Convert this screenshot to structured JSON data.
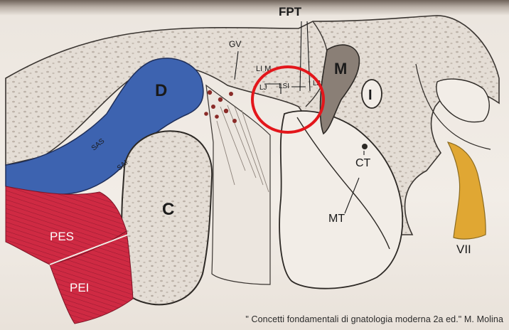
{
  "labels": {
    "fpt": "FPT",
    "gv": "GV",
    "m": "M",
    "i": "I",
    "d": "D",
    "c": "C",
    "ct": "CT",
    "mt": "MT",
    "sas": "SAS",
    "sai": "SAI",
    "pes": "PES",
    "pei": "PEI",
    "vii": "VII",
    "li_m": "LI M",
    "lsi": "LSI",
    "lj_left": "LJ",
    "lj_right": "LJ"
  },
  "caption": "\" Concetti fondamentali di gnatologia moderna 2a ed.\" M. Molina",
  "colors": {
    "disc_blue": "#3d63b0",
    "muscle_red": "#cf2a43",
    "nerve_yellow": "#e0a733",
    "highlight_circle": "#e3161b",
    "paper": "#f2ede7"
  }
}
